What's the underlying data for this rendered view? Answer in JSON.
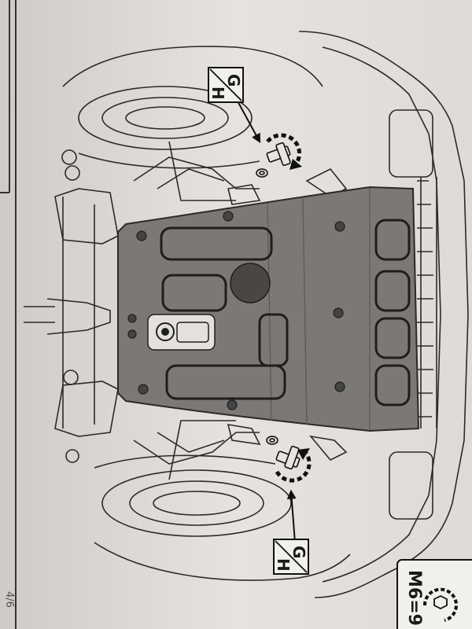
{
  "markers": {
    "top": {
      "top_letter": "G",
      "bottom_letter": "H"
    },
    "bottom": {
      "top_letter": "G",
      "bottom_letter": "H"
    }
  },
  "spec_box": {
    "text": "M6=9"
  },
  "page_number": "4/6",
  "colors": {
    "paper": "#e3e0db",
    "line": "#2a2a2a",
    "plate": "#7c7876",
    "plate_dark": "#5f5b59",
    "arrow": "#111111"
  },
  "icons": [
    "rotation-arrow-icon",
    "bolt-icon",
    "nut-icon",
    "torque-wrench-icon"
  ]
}
